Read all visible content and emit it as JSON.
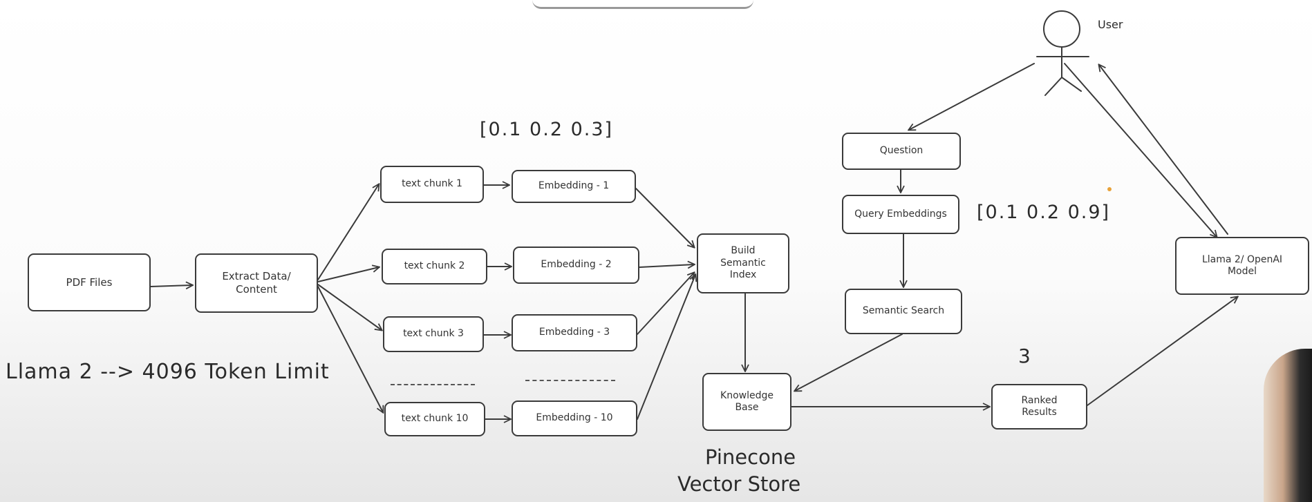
{
  "nodes": {
    "pdf": "PDF Files",
    "extract": "Extract Data/\nContent",
    "chunk1": "text chunk 1",
    "chunk2": "text chunk 2",
    "chunk3": "text chunk 3",
    "chunk10": "text chunk 10",
    "emb1": "Embedding - 1",
    "emb2": "Embedding - 2",
    "emb3": "Embedding - 3",
    "emb10": "Embedding - 10",
    "index": "Build\nSemantic\nIndex",
    "kb": "Knowledge\nBase",
    "question": "Question",
    "query_emb": "Query Embeddings",
    "semantic": "Semantic Search",
    "ranked": "Ranked\nResults",
    "llm": "Llama 2/ OpenAI\nModel"
  },
  "labels": {
    "user": "User",
    "vector_top": "[0.1 0.2 0.3]",
    "vector_query": "[0.1 0.2 0.9]",
    "token_limit": "Llama 2 --> 4096 Token Limit",
    "ranked_count": "3",
    "store_line1": "Pinecone",
    "store_line2": "Vector Store"
  },
  "colors": {
    "ink": "#3a3a3a",
    "dot": "#e8a23a"
  }
}
